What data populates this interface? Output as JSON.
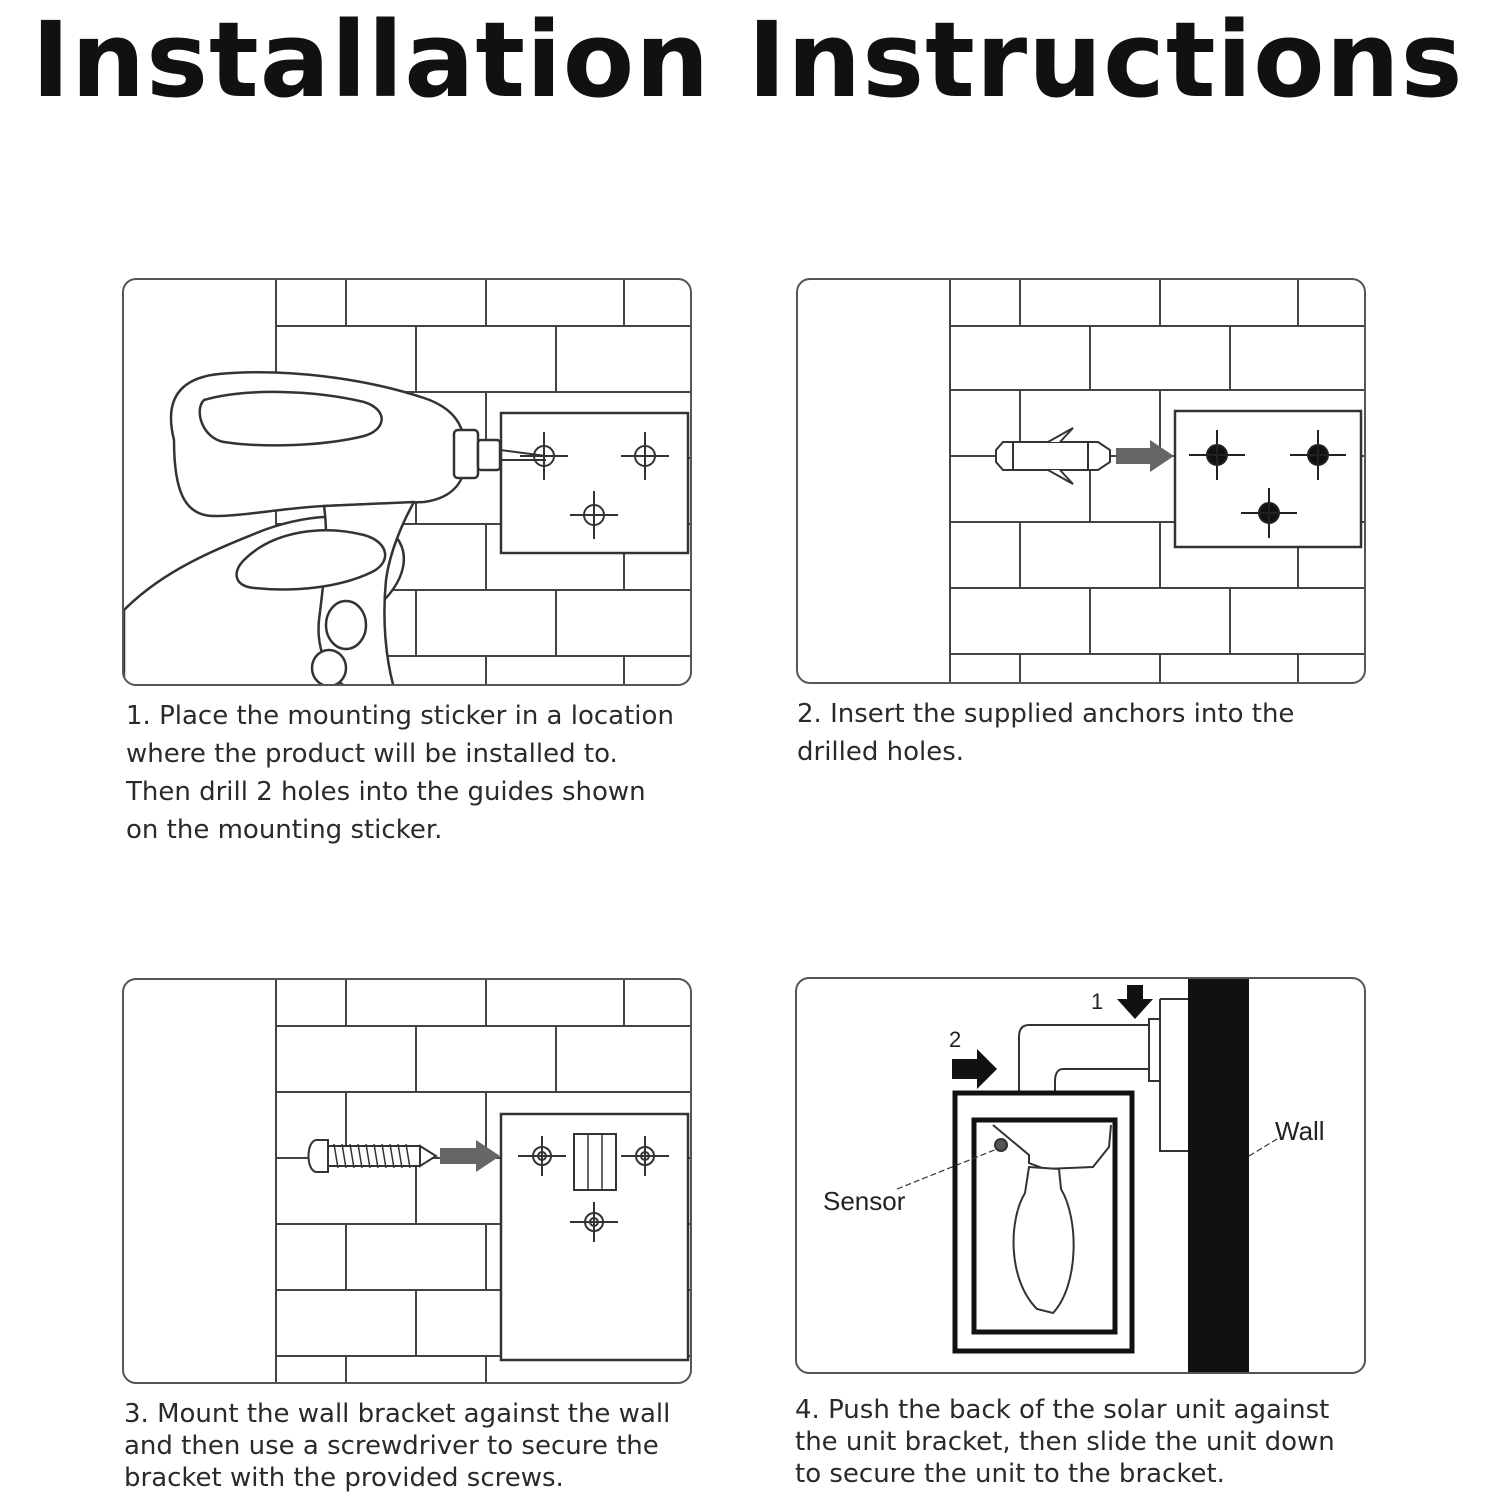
{
  "page_title": "Installation Instructions",
  "steps": [
    {
      "caption": "1. Place the mounting sticker in a location where the product will be installed to. Then drill 2 holes into the guides shown on the mounting sticker."
    },
    {
      "caption": "2. Insert the supplied anchors into the drilled holes."
    },
    {
      "caption": "3. Mount the wall bracket against the wall and then use a screwdriver to secure the bracket with the provided screws."
    },
    {
      "caption": "4. Push the back of the solar unit against the unit bracket, then slide the unit down to secure the unit to the bracket."
    }
  ],
  "diagram4": {
    "label_wall": "Wall",
    "label_sensor": "Sensor",
    "arrow_label_1": "1",
    "arrow_label_2": "2"
  }
}
